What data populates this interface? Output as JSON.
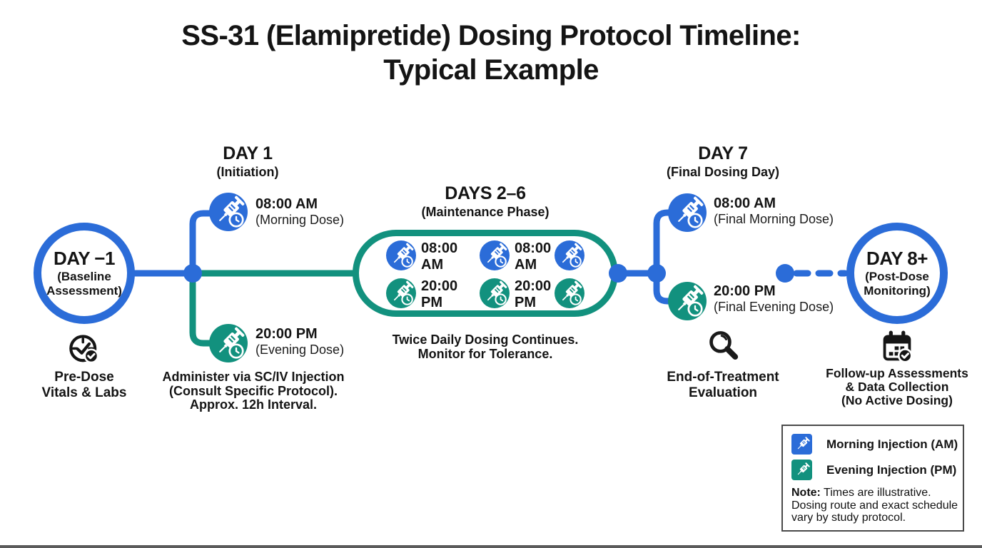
{
  "colors": {
    "blue": "#2B6CD8",
    "teal": "#12917E",
    "ink": "#141414"
  },
  "title": {
    "line1_strong": "SS-31 (Elamipretide)",
    "line1_rest": " Dosing Protocol Timeline:",
    "line2": "Typical Example"
  },
  "nodes": {
    "day_minus1": {
      "title": "DAY −1",
      "sub1": "(Baseline",
      "sub2": "Assessment)",
      "icon": "stopwatch-check-icon",
      "caption1": "Pre-Dose",
      "caption2": "Vitals & Labs"
    },
    "day1": {
      "title": "DAY 1",
      "subtitle": "(Initiation)",
      "morning": {
        "icon": "syringe-clock-icon",
        "time": "08:00 AM",
        "label": "(Morning Dose)"
      },
      "evening": {
        "icon": "syringe-clock-icon",
        "time": "20:00 PM",
        "label": "(Evening Dose)"
      },
      "note1": "Administer via SC/IV Injection",
      "note2": "(Consult Specific Protocol).",
      "note3": "Approx. 12h Interval."
    },
    "days2_6": {
      "title": "DAYS 2–6",
      "subtitle": "(Maintenance Phase)",
      "am_line1": "08:00",
      "am_line2": "AM",
      "pm_line1": "20:00",
      "pm_line2": "PM",
      "note1": "Twice Daily Dosing Continues.",
      "note2": "Monitor for Tolerance."
    },
    "day7": {
      "title": "DAY 7",
      "subtitle": "(Final Dosing Day)",
      "morning": {
        "icon": "syringe-clock-icon",
        "time": "08:00 AM",
        "label": "(Final Morning Dose)"
      },
      "evening": {
        "icon": "syringe-clock-icon",
        "time": "20:00 PM",
        "label": "(Final Evening Dose)"
      },
      "icon": "magnifier-icon",
      "caption1": "End-of-Treatment",
      "caption2": "Evaluation"
    },
    "day8plus": {
      "title": "DAY 8+",
      "sub1": "(Post-Dose",
      "sub2": "Monitoring)",
      "icon": "calendar-check-icon",
      "caption1": "Follow-up Assessments",
      "caption2": "& Data Collection",
      "caption3": "(No Active Dosing)"
    }
  },
  "legend": {
    "items": [
      {
        "icon": "syringe-icon",
        "color": "#2B6CD8",
        "label": "Morning Injection (AM)"
      },
      {
        "icon": "syringe-icon",
        "color": "#12917E",
        "label": "Evening Injection (PM)"
      }
    ],
    "note_strong": "Note:",
    "note_rest": " Times are illustrative.",
    "note_line2": "Dosing route and exact schedule",
    "note_line3": "vary by study protocol."
  }
}
